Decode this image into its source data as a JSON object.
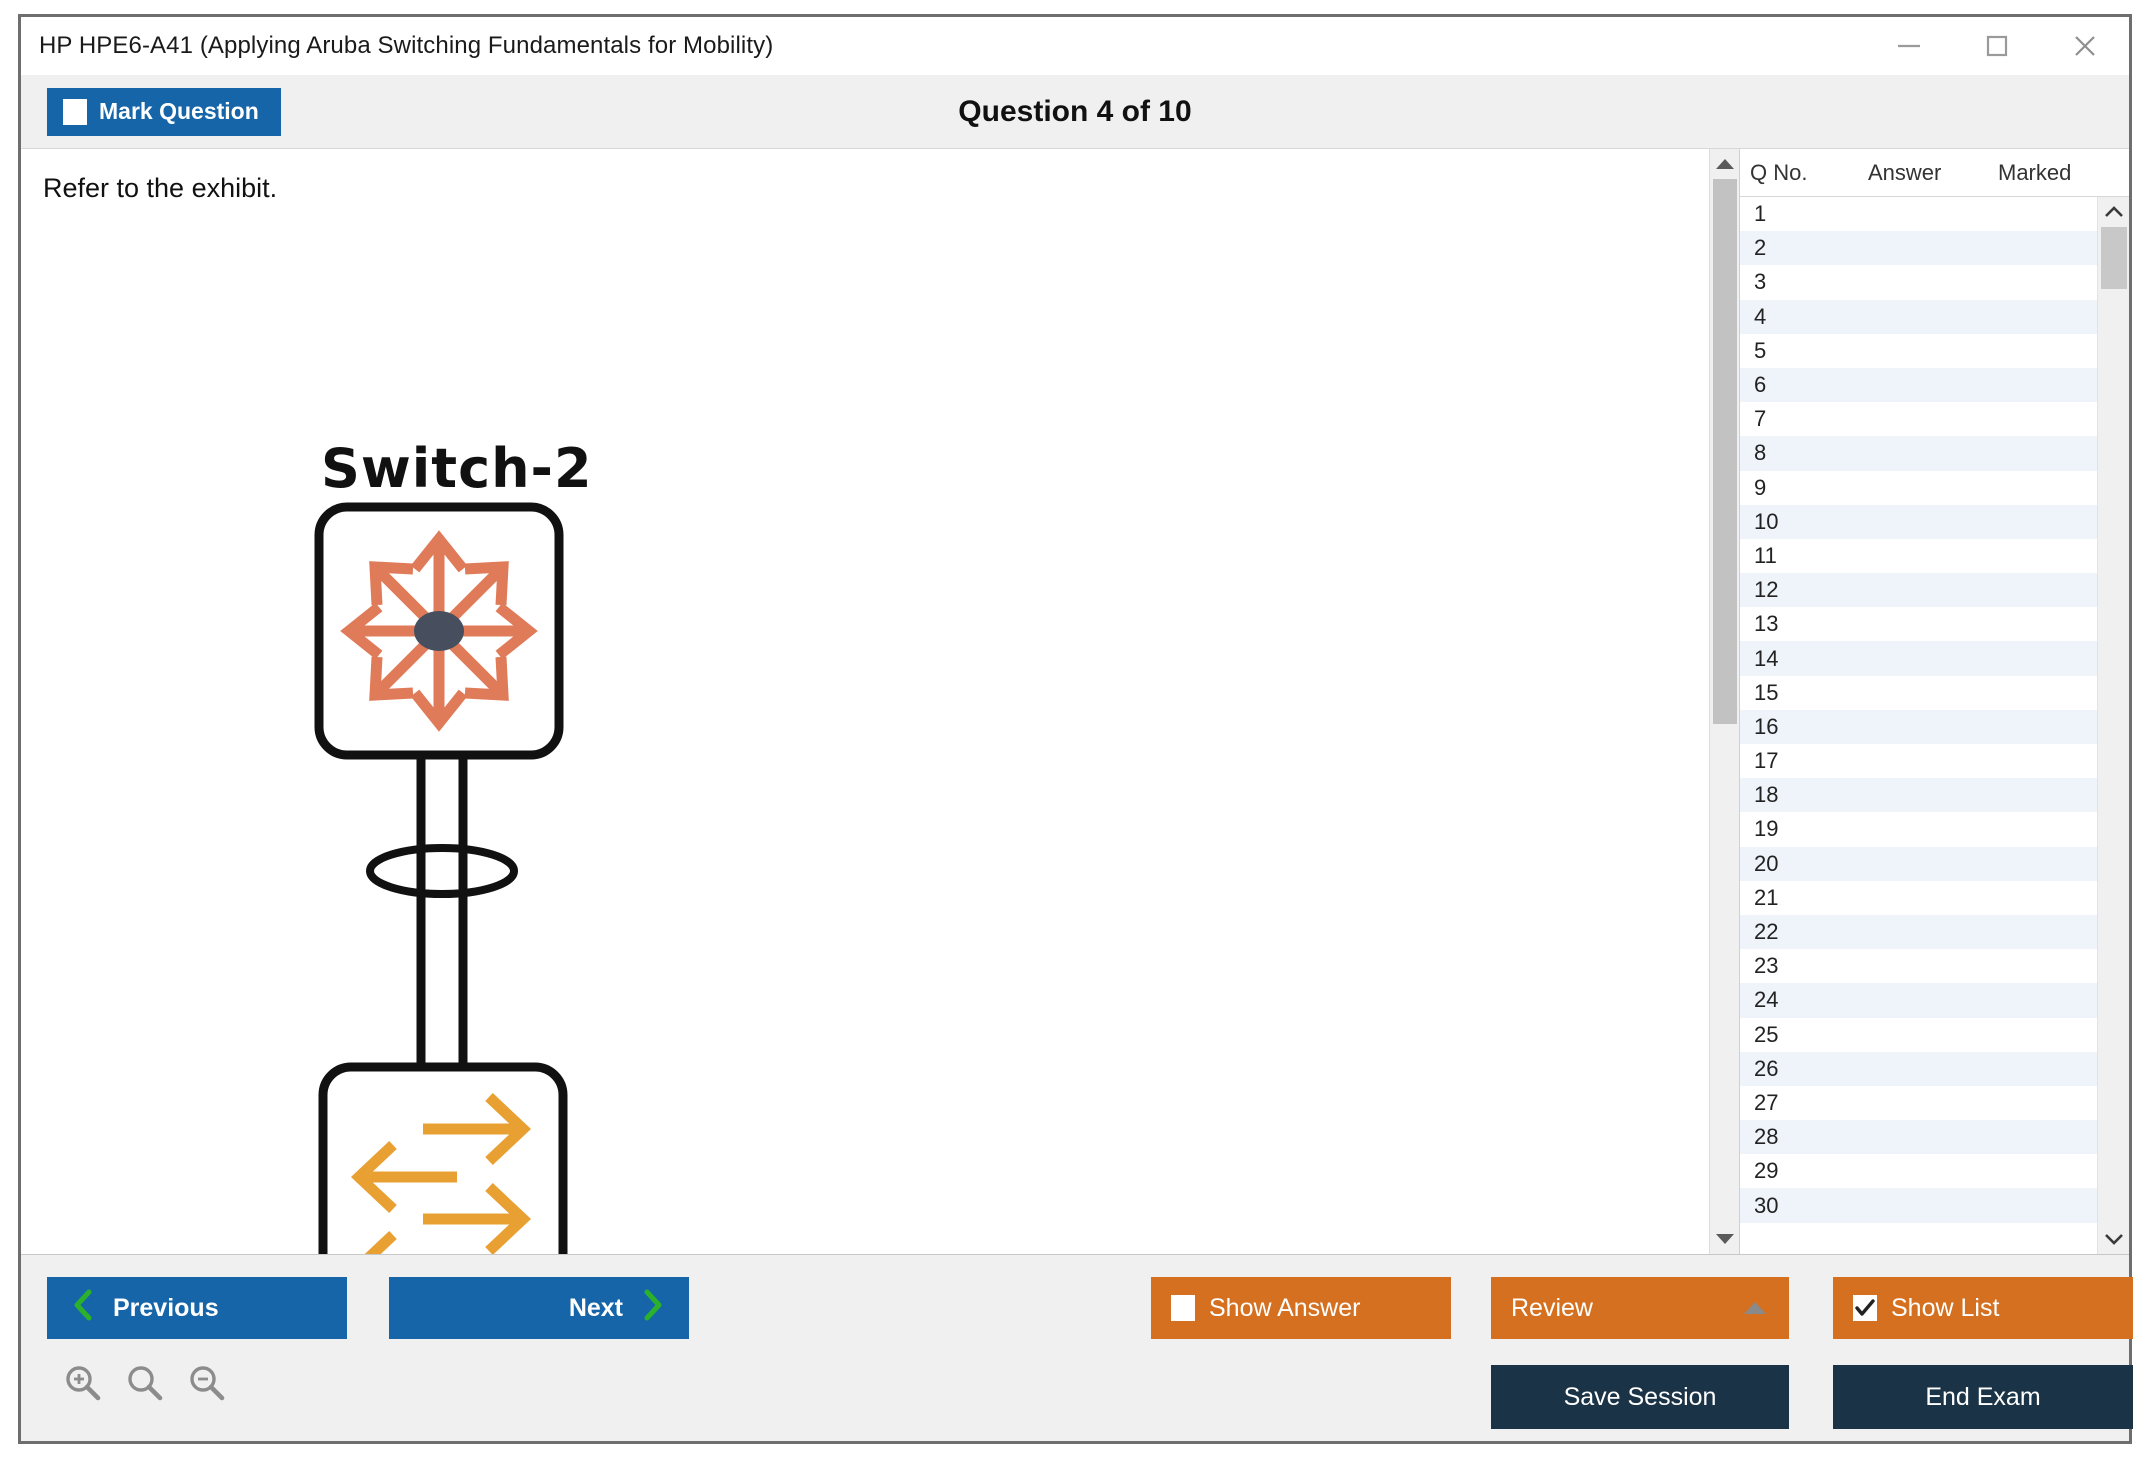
{
  "window": {
    "title": "HP HPE6-A41 (Applying Aruba Switching Fundamentals for Mobility)",
    "controls": {
      "minimize": "minimize-icon",
      "maximize": "maximize-icon",
      "close": "close-icon"
    }
  },
  "toolbar": {
    "mark_question_label": "Mark Question",
    "mark_question_checked": false,
    "question_counter": "Question 4 of 10"
  },
  "question": {
    "prompt": "Refer to the exhibit.",
    "exhibit": {
      "device_top_label": "Switch-2",
      "device_top_icon": "router-multidirectional-arrows-icon",
      "device_bottom_icon": "switch-bidirectional-arrows-icon",
      "link_icon": "aggregated-trunk-link-icon"
    }
  },
  "question_list": {
    "columns": [
      "Q No.",
      "Answer",
      "Marked"
    ],
    "rows": [
      {
        "qno": "1",
        "answer": "",
        "marked": ""
      },
      {
        "qno": "2",
        "answer": "",
        "marked": ""
      },
      {
        "qno": "3",
        "answer": "",
        "marked": ""
      },
      {
        "qno": "4",
        "answer": "",
        "marked": ""
      },
      {
        "qno": "5",
        "answer": "",
        "marked": ""
      },
      {
        "qno": "6",
        "answer": "",
        "marked": ""
      },
      {
        "qno": "7",
        "answer": "",
        "marked": ""
      },
      {
        "qno": "8",
        "answer": "",
        "marked": ""
      },
      {
        "qno": "9",
        "answer": "",
        "marked": ""
      },
      {
        "qno": "10",
        "answer": "",
        "marked": ""
      },
      {
        "qno": "11",
        "answer": "",
        "marked": ""
      },
      {
        "qno": "12",
        "answer": "",
        "marked": ""
      },
      {
        "qno": "13",
        "answer": "",
        "marked": ""
      },
      {
        "qno": "14",
        "answer": "",
        "marked": ""
      },
      {
        "qno": "15",
        "answer": "",
        "marked": ""
      },
      {
        "qno": "16",
        "answer": "",
        "marked": ""
      },
      {
        "qno": "17",
        "answer": "",
        "marked": ""
      },
      {
        "qno": "18",
        "answer": "",
        "marked": ""
      },
      {
        "qno": "19",
        "answer": "",
        "marked": ""
      },
      {
        "qno": "20",
        "answer": "",
        "marked": ""
      },
      {
        "qno": "21",
        "answer": "",
        "marked": ""
      },
      {
        "qno": "22",
        "answer": "",
        "marked": ""
      },
      {
        "qno": "23",
        "answer": "",
        "marked": ""
      },
      {
        "qno": "24",
        "answer": "",
        "marked": ""
      },
      {
        "qno": "25",
        "answer": "",
        "marked": ""
      },
      {
        "qno": "26",
        "answer": "",
        "marked": ""
      },
      {
        "qno": "27",
        "answer": "",
        "marked": ""
      },
      {
        "qno": "28",
        "answer": "",
        "marked": ""
      },
      {
        "qno": "29",
        "answer": "",
        "marked": ""
      },
      {
        "qno": "30",
        "answer": "",
        "marked": ""
      }
    ]
  },
  "footer": {
    "previous_label": "Previous",
    "next_label": "Next",
    "show_answer_label": "Show Answer",
    "show_answer_checked": false,
    "review_label": "Review",
    "show_list_label": "Show List",
    "show_list_checked": true,
    "save_session_label": "Save Session",
    "end_exam_label": "End Exam",
    "zoom_icons": [
      "zoom-in-icon",
      "zoom-reset-icon",
      "zoom-out-icon"
    ]
  },
  "colors": {
    "primary_blue": "#1565a8",
    "accent_orange": "#d4701f",
    "navy": "#1b3347",
    "chevron_green": "#2bb12b",
    "row_alt": "#eef4f9",
    "chrome_gray": "#f0f0f0",
    "icon_salmon": "#e07b5a",
    "icon_orange": "#e8a033"
  }
}
